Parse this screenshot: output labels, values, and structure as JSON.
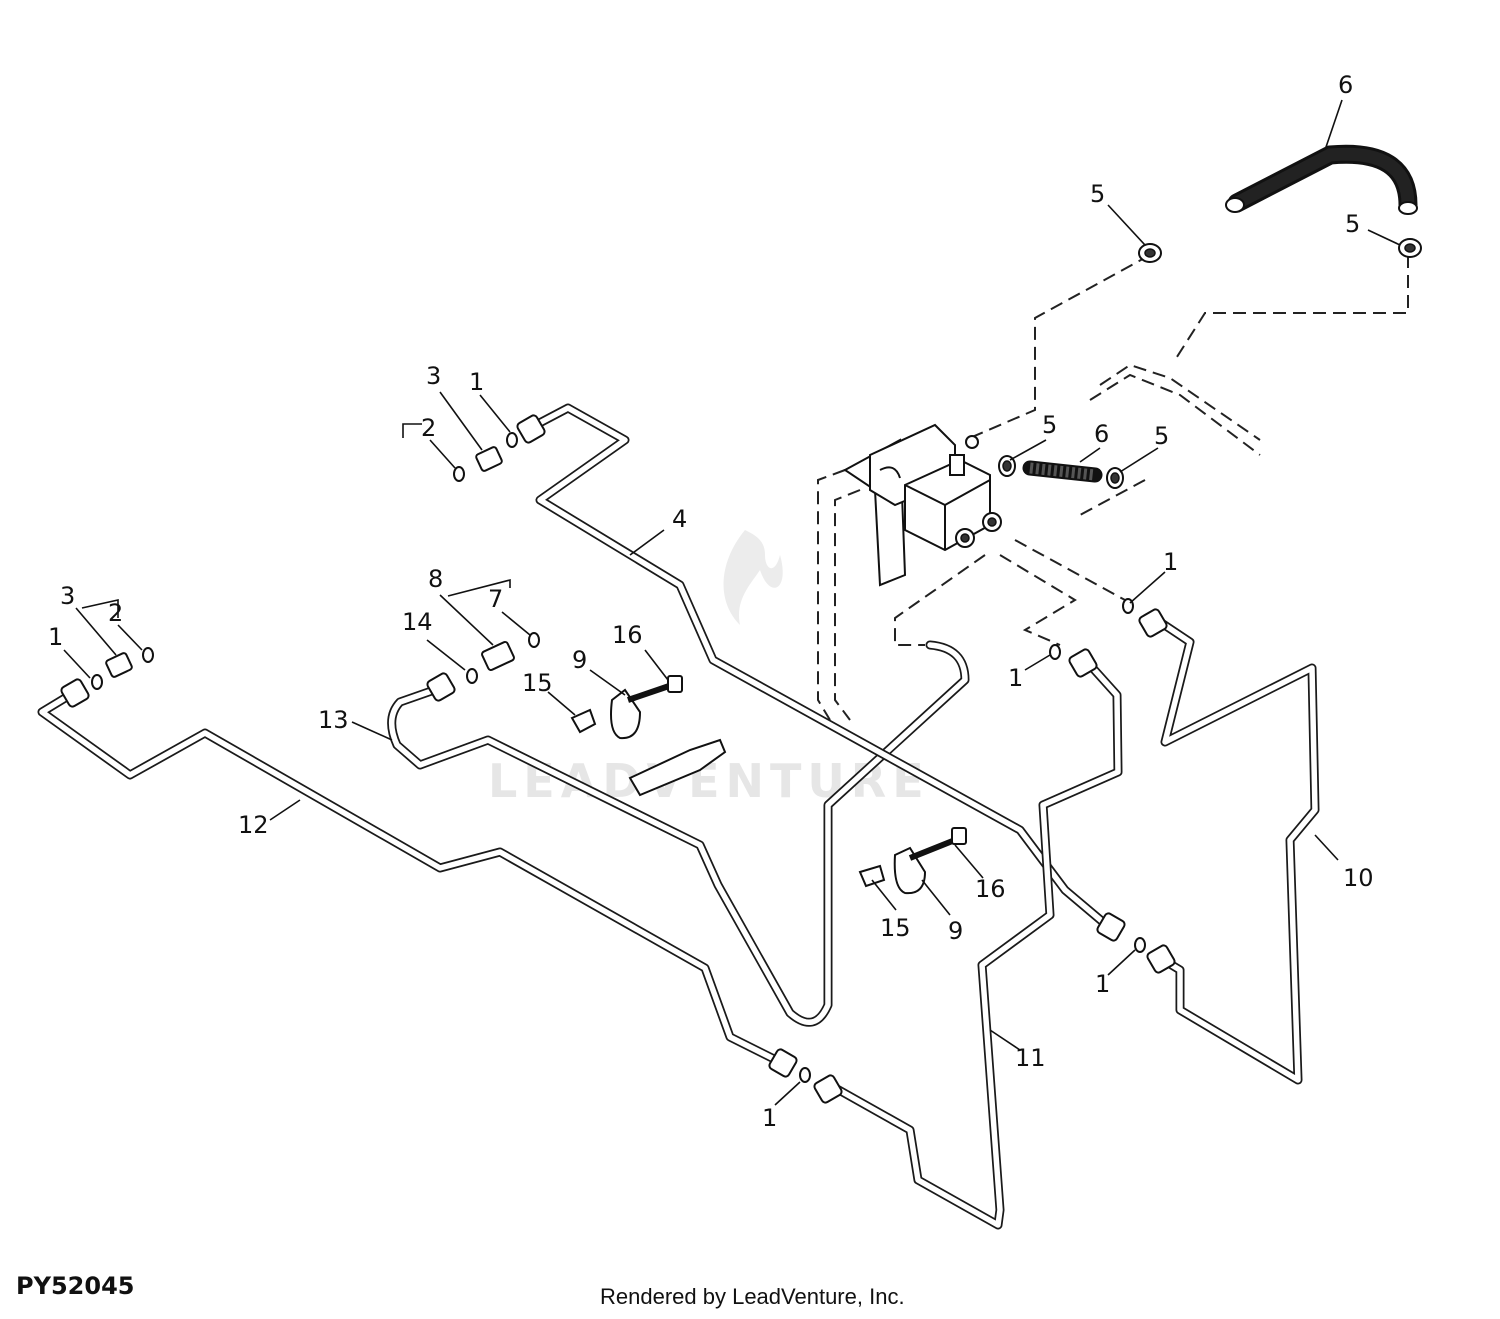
{
  "figure_id": "PY52045",
  "credit": "Rendered by LeadVenture, Inc.",
  "watermark": "LEADVENTURE",
  "callouts": {
    "c1a": "1",
    "c1b": "1",
    "c1c": "1",
    "c1d": "1",
    "c1e": "1",
    "c1f": "1",
    "c2a": "2",
    "c2b": "2",
    "c3a": "3",
    "c3b": "3",
    "c4": "4",
    "c5a": "5",
    "c5b": "5",
    "c5c": "5",
    "c5d": "5",
    "c6a": "6",
    "c6b": "6",
    "c7": "7",
    "c8": "8",
    "c9a": "9",
    "c9b": "9",
    "c10": "10",
    "c11": "11",
    "c12": "12",
    "c13": "13",
    "c14": "14",
    "c15a": "15",
    "c15b": "15",
    "c16a": "16",
    "c16b": "16"
  }
}
